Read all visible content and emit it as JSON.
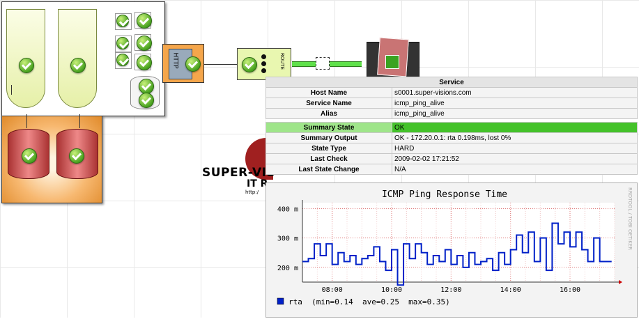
{
  "map": {
    "http_label": "HTTP",
    "route_label": "ROUTE",
    "logo_top": "SUPER-VIS",
    "logo_bottom": "IT R",
    "logo_url": "http:/"
  },
  "service_table": {
    "header": "Service",
    "rows": [
      {
        "key": "Host Name",
        "value": "s0001.super-visions.com"
      },
      {
        "key": "Service Name",
        "value": "icmp_ping_alive"
      },
      {
        "key": "Alias",
        "value": "icmp_ping_alive"
      }
    ],
    "summary_state": {
      "key": "Summary State",
      "value": "OK",
      "color": "#44c22a"
    },
    "rows2": [
      {
        "key": "Summary Output",
        "value": "OK - 172.20.0.1: rta 0.198ms, lost 0%"
      },
      {
        "key": "State Type",
        "value": "HARD"
      },
      {
        "key": "Last Check",
        "value": "2009-02-02 17:21:52"
      },
      {
        "key": "Last State Change",
        "value": "N/A"
      }
    ]
  },
  "chart_data": {
    "type": "line",
    "title": "ICMP Ping Response Time",
    "watermark": "RRDTOOL / TOBI OETIKER",
    "x_ticks": [
      "08:00",
      "10:00",
      "12:00",
      "14:00",
      "16:00"
    ],
    "x_tick_hours": [
      8,
      10,
      12,
      14,
      16
    ],
    "xlim_hours": [
      7.0,
      17.5
    ],
    "y_ticks": [
      "200 m",
      "300 m",
      "400 m"
    ],
    "y_tick_values": [
      0.2,
      0.3,
      0.4
    ],
    "ylim": [
      0.15,
      0.42
    ],
    "legend": "rta  (min=0.14  ave=0.25  max=0.35)",
    "series_color": "#0020c8",
    "series": [
      {
        "name": "rta",
        "x_hours": [
          7.0,
          7.2,
          7.4,
          7.6,
          7.8,
          8.0,
          8.2,
          8.4,
          8.6,
          8.8,
          9.0,
          9.2,
          9.4,
          9.6,
          9.8,
          10.0,
          10.2,
          10.4,
          10.6,
          10.8,
          11.0,
          11.2,
          11.4,
          11.6,
          11.8,
          12.0,
          12.2,
          12.4,
          12.6,
          12.8,
          13.0,
          13.2,
          13.4,
          13.6,
          13.8,
          14.0,
          14.2,
          14.4,
          14.6,
          14.8,
          15.0,
          15.2,
          15.4,
          15.6,
          15.8,
          16.0,
          16.2,
          16.4,
          16.6,
          16.8,
          17.0,
          17.2
        ],
        "values": [
          0.22,
          0.23,
          0.28,
          0.24,
          0.28,
          0.21,
          0.25,
          0.22,
          0.24,
          0.21,
          0.23,
          0.24,
          0.27,
          0.22,
          0.19,
          0.26,
          0.14,
          0.28,
          0.23,
          0.28,
          0.25,
          0.21,
          0.24,
          0.22,
          0.26,
          0.21,
          0.24,
          0.2,
          0.25,
          0.21,
          0.22,
          0.23,
          0.19,
          0.25,
          0.21,
          0.26,
          0.31,
          0.25,
          0.32,
          0.22,
          0.3,
          0.19,
          0.35,
          0.28,
          0.32,
          0.27,
          0.32,
          0.26,
          0.22,
          0.3,
          0.22,
          0.22
        ]
      }
    ]
  }
}
